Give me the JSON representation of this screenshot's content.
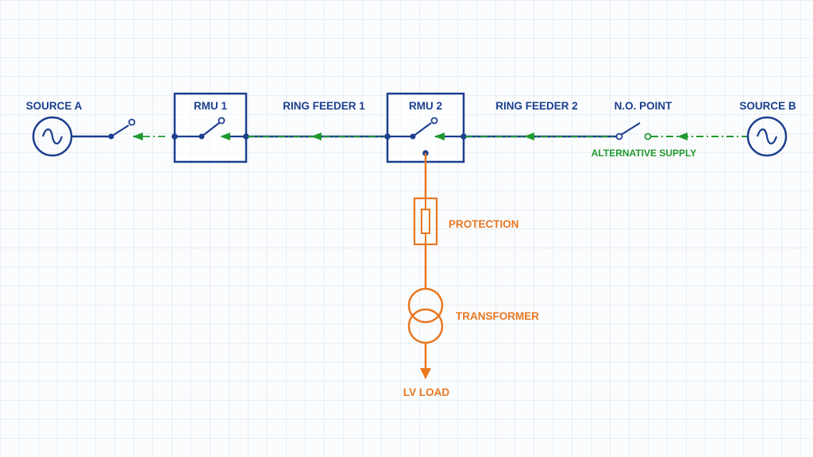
{
  "colors": {
    "primary_circuit": "#1b3f8f",
    "supply_flow": "#1f9a2e",
    "transformer_branch": "#e87722",
    "background": "#fbfcfd",
    "grid": "#e9edf2"
  },
  "labels": {
    "source_a": "SOURCE A",
    "rmu_1": "RMU 1",
    "ring_feeder_1": "RING FEEDER 1",
    "rmu_2": "RMU 2",
    "ring_feeder_2": "RING FEEDER 2",
    "no_point": "N.O. POINT",
    "source_b": "SOURCE B",
    "alternative_supply": "ALTERNATIVE SUPPLY",
    "protection": "PROTECTION",
    "transformer": "TRANSFORMER",
    "lv_load": "LV LOAD"
  },
  "icons": {
    "source_symbol": "ac-source-icon",
    "switch_symbol": "switch-icon",
    "fuse_symbol": "fuse-icon",
    "transformer_symbol": "transformer-icon",
    "flow_arrow": "arrow-left-icon",
    "load_arrow": "arrow-down-icon"
  }
}
